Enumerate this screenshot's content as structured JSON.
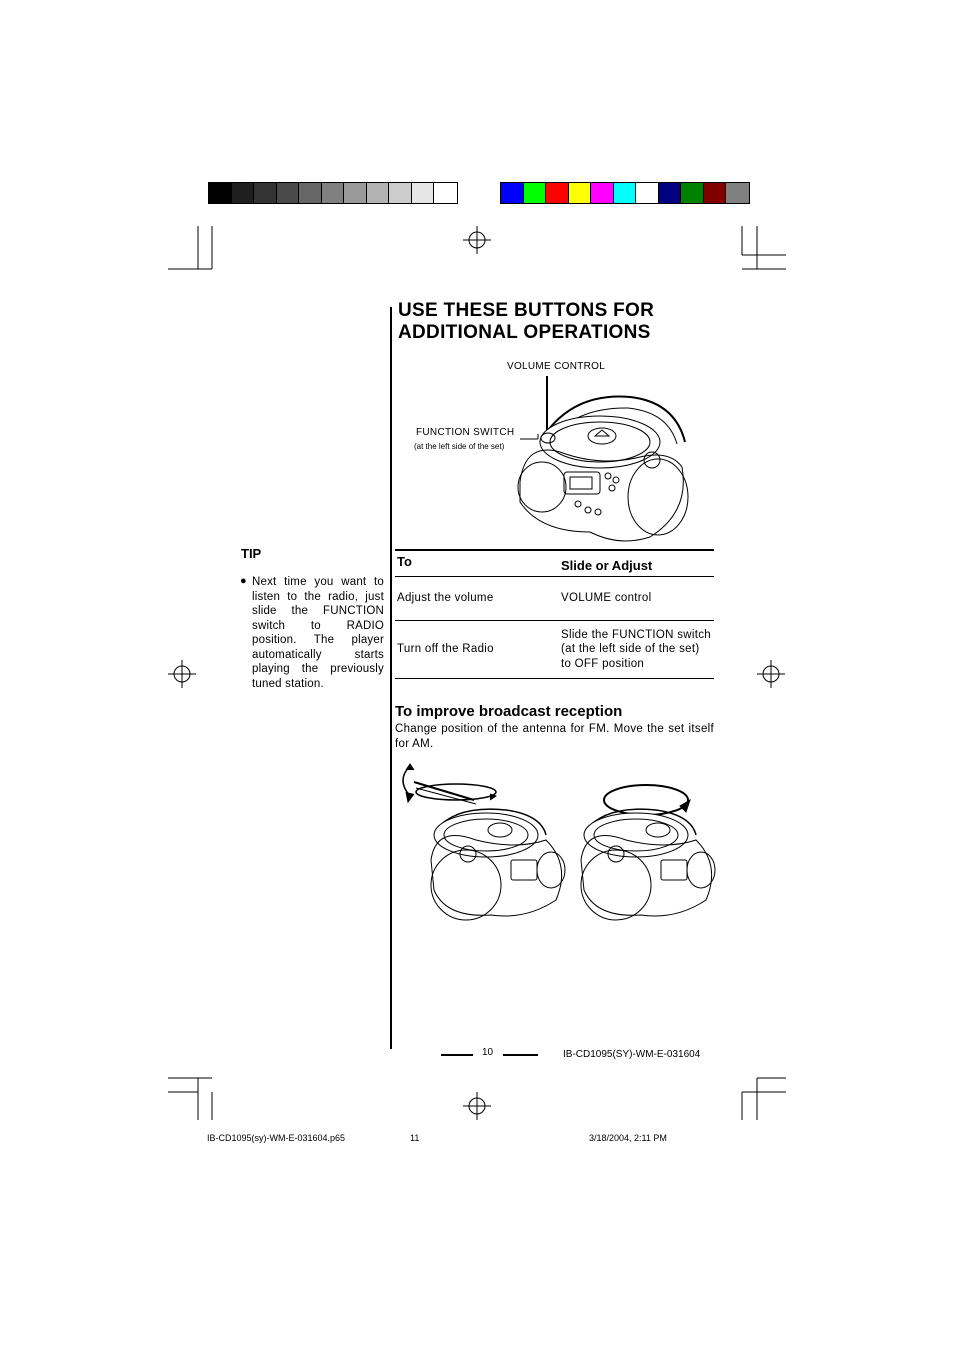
{
  "color_bars": {
    "grayscale": [
      "#000000",
      "#1f1f1f",
      "#333333",
      "#4a4a4a",
      "#666666",
      "#808080",
      "#999999",
      "#b3b3b3",
      "#cccccc",
      "#e6e6e6",
      "#ffffff"
    ],
    "colors": [
      "#0000ff",
      "#00ff00",
      "#ff0000",
      "#ffff00",
      "#ff00ff",
      "#00ffff",
      "#ffffff",
      "#000080",
      "#008000",
      "#800000",
      "#808080"
    ]
  },
  "title": {
    "line1": "USE THESE BUTTONS FOR",
    "line2": "ADDITIONAL  OPERATIONS"
  },
  "figure_labels": {
    "volume": "VOLUME CONTROL",
    "function": "FUNCTION  SWITCH",
    "function_note": "(at the left side of the set)"
  },
  "tip": {
    "heading": "TIP",
    "bullet": "●",
    "text": "Next time you want to listen to the radio, just slide the FUNCTION switch to RADIO position. The player automatically starts playing the previously tuned station."
  },
  "table": {
    "headers": [
      "To",
      "Slide or Adjust"
    ],
    "rows": [
      [
        "Adjust  the  volume",
        "VOLUME  control"
      ],
      [
        "Turn  off  the  Radio",
        "Slide the FUNCTION switch (at the left side of the set) to OFF position"
      ]
    ]
  },
  "reception": {
    "heading": "To improve broadcast reception",
    "text": "Change position of the antenna for FM. Move the set itself for AM."
  },
  "page_footer": {
    "page_number": "10",
    "code": "IB-CD1095(SY)-WM-E-031604"
  },
  "print_footer": {
    "file": "IB-CD1095(sy)-WM-E-031604.p65",
    "sheet": "11",
    "date": "3/18/2004, 2:11 PM"
  }
}
